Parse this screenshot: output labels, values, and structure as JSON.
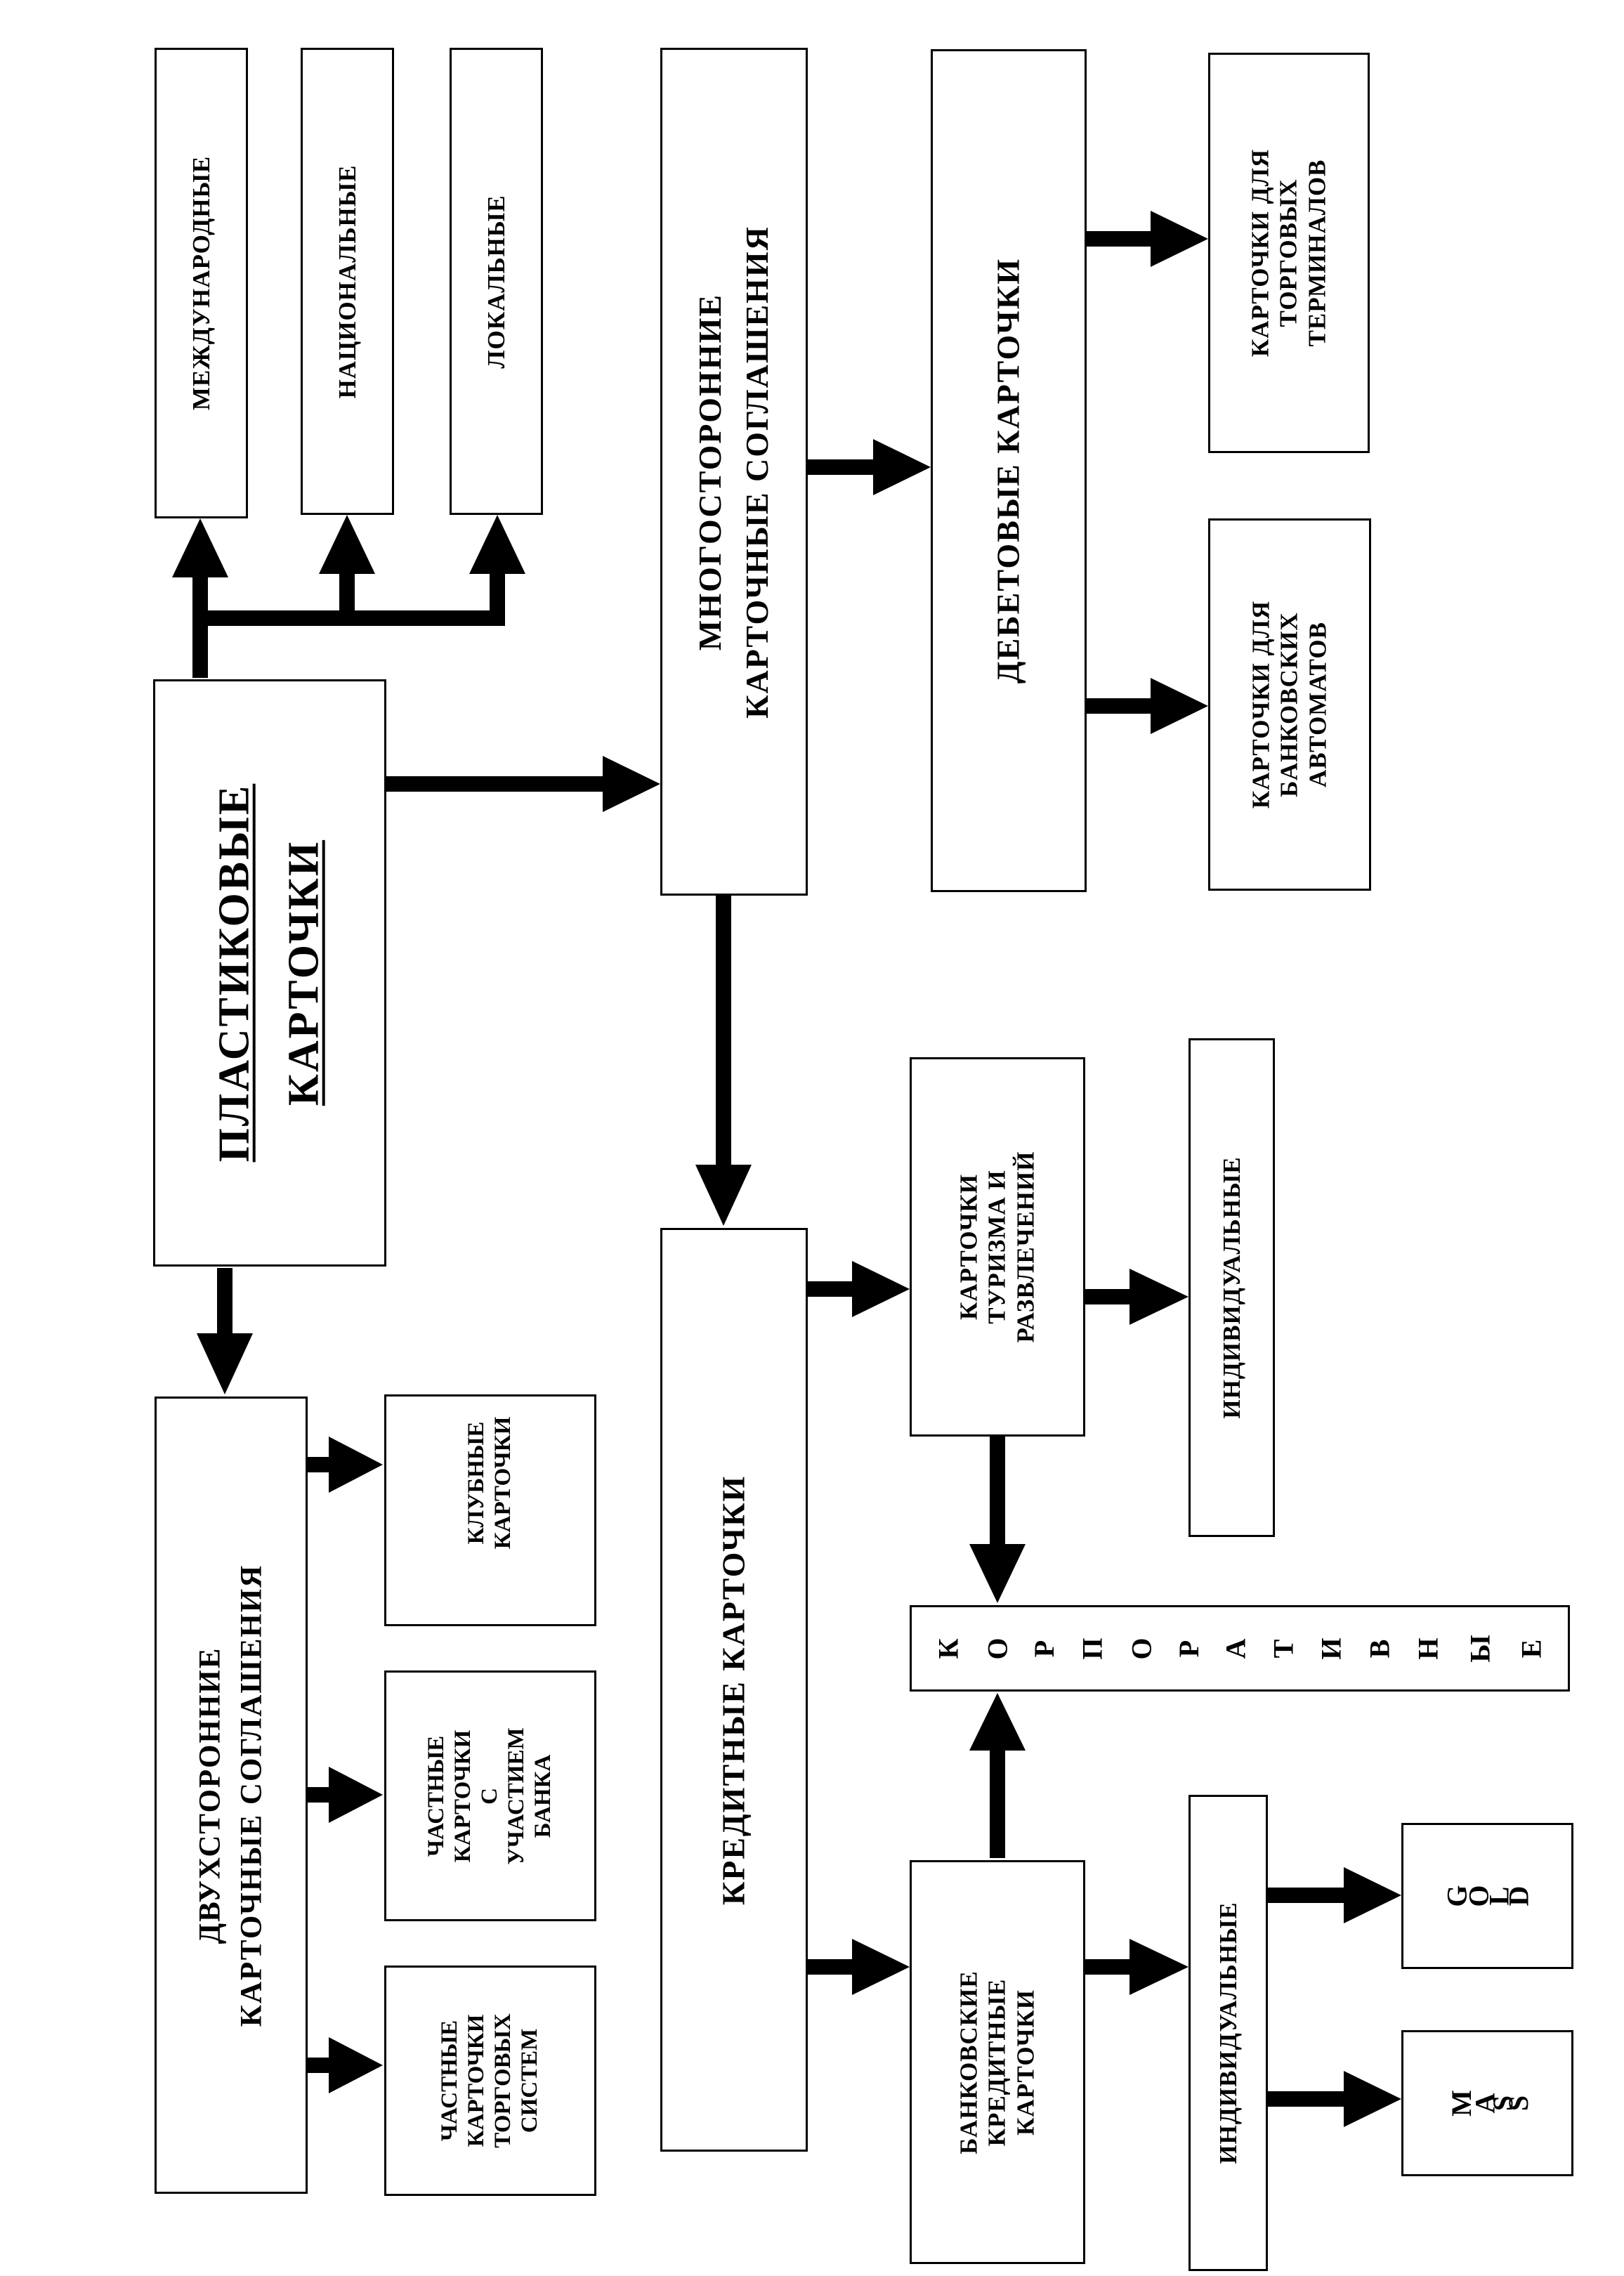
{
  "diagram": {
    "root": [
      "ПЛАСТИКОВЫЕ",
      "КАРТОЧКИ"
    ],
    "international": [
      "МЕЖДУНАРОДНЫЕ"
    ],
    "national": [
      "НАЦИОНАЛЬНЫЕ"
    ],
    "local": [
      "ЛОКАЛЬНЫЕ"
    ],
    "bilateral": [
      "ДВУХСТОРОННИЕ",
      "КАРТОЧНЫЕ СОГЛАШЕНИЯ"
    ],
    "club_cards": [
      "КЛУБНЫЕ",
      "КАРТОЧКИ"
    ],
    "private_bank": [
      "ЧАСТНЫЕ",
      "КАРТОЧКИ",
      "С",
      "УЧАСТИЕМ",
      "БАНКА"
    ],
    "private_trade": [
      "ЧАСТНЫЕ",
      "КАРТОЧКИ",
      "ТОРГОВЫХ",
      "СИСТЕМ"
    ],
    "multilateral": [
      "МНОГОСТОРОННИЕ",
      "КАРТОЧНЫЕ СОГЛАШЕНИЯ"
    ],
    "debit": [
      "ДЕБЕТОВЫЕ КАРТОЧКИ"
    ],
    "trade_terminals": [
      "КАРТОЧКИ ДЛЯ",
      "ТОРГОВЫХ",
      "ТЕРМИНАЛОВ"
    ],
    "atm_cards": [
      "КАРТОЧКИ ДЛЯ",
      "БАНКОВСКИХ",
      "АВТОМАТОВ"
    ],
    "credit": [
      "КРЕДИТНЫЕ КАРТОЧКИ"
    ],
    "tourism": [
      "КАРТОЧКИ",
      "ТУРИЗМА И",
      "РАЗВЛЕЧЕНИЙ"
    ],
    "individual_top": [
      "ИНДИВИДУАЛЬНЫЕ"
    ],
    "corporate_letters": [
      "К",
      "О",
      "Р",
      "П",
      "О",
      "Р",
      "А",
      "Т",
      "И",
      "В",
      "Н",
      "Ы",
      "Е"
    ],
    "bank_credit": [
      "БАНКОВСКИЕ",
      "КРЕДИТНЫЕ",
      "КАРТОЧКИ"
    ],
    "individual_bottom": [
      "ИНДИВИДУАЛЬНЫЕ"
    ],
    "gold_letters": [
      "G",
      "O",
      "L",
      "D"
    ],
    "mass_letters": [
      "M",
      "A",
      "S",
      "S"
    ]
  },
  "colors": {
    "ink": "#000000",
    "paper": "#ffffff"
  }
}
